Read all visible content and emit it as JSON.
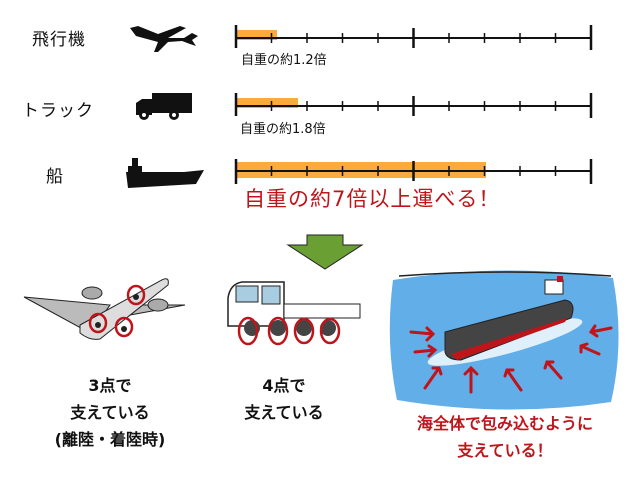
{
  "colors": {
    "bar": "#f9ab3c",
    "axis": "#111111",
    "emphasis": "#c0141b",
    "arrow": "#6aa033",
    "sea": "#62aee8"
  },
  "rows": [
    {
      "name": "飛行機",
      "note": "自重の約1.2倍"
    },
    {
      "name": "トラック",
      "note": "自重の約1.8倍"
    },
    {
      "name": "船",
      "note": "自重の約7倍以上運べる！"
    }
  ],
  "bottom": {
    "airplane": {
      "line1": "3点で",
      "line2": "支えている",
      "line3": "(離陸・着陸時)"
    },
    "truck": {
      "line1": "4点で",
      "line2": "支えている"
    },
    "ship": {
      "line1": "海全体で包み込むように",
      "line2": "支えている！"
    }
  },
  "chart_data": {
    "type": "bar",
    "orientation": "horizontal",
    "title": "",
    "categories": [
      "飛行機",
      "トラック",
      "船"
    ],
    "values": [
      1.2,
      1.8,
      7
    ],
    "value_labels": [
      "自重の約1.2倍",
      "自重の約1.8倍",
      "自重の約7倍以上運べる！"
    ],
    "xlim": [
      0,
      10
    ],
    "ticks": 10,
    "major_ticks": [
      0,
      5,
      10
    ],
    "xlabel": "",
    "ylabel": "",
    "grid": false,
    "legend": null
  }
}
